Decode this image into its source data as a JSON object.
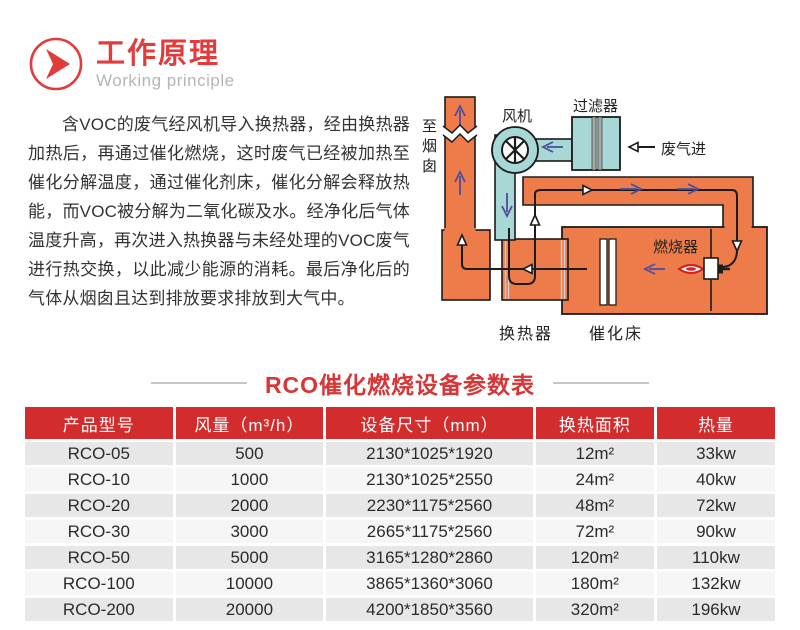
{
  "header": {
    "title": "工作原理",
    "subtitle": "Working principle"
  },
  "intro": {
    "text": "含VOC的废气经风机导入换热器，经由换热器加热后，再通过催化燃烧，这时废气已经被加热至催化分解温度，通过催化剂床，催化分解会释放热能，而VOC被分解为二氧化碳及水。经净化后气体温度升高，再次进入热换器与未经处理的VOC废气进行热交换，以此减少能源的消耗。最后净化后的气体从烟囱且达到排放要求排放到大气中。"
  },
  "diagram": {
    "labels": {
      "chimney": "至烟囱",
      "fan": "风机",
      "filter": "过滤器",
      "gas_in": "废气进",
      "burner": "燃烧器",
      "heat_exchanger": "换热器",
      "catalytic_bed": "催化床"
    },
    "colors": {
      "duct_orange": "#ee7c4b",
      "duct_teal": "#a8d8d5",
      "arrow_purple": "#4d4d9c",
      "flame_red": "#d42222"
    }
  },
  "table_section": {
    "title": "RCO催化燃烧设备参数表",
    "accent_red": "#d32c2c",
    "columns": [
      "产品型号",
      "风量（m³/h）",
      "设备尺寸（mm）",
      "换热面积",
      "热量"
    ],
    "rows": [
      [
        "RCO-05",
        "500",
        "2130*1025*1920",
        "12m²",
        "33kw"
      ],
      [
        "RCO-10",
        "1000",
        "2130*1025*2550",
        "24m²",
        "40kw"
      ],
      [
        "RCO-20",
        "2000",
        "2230*1175*2560",
        "48m²",
        "72kw"
      ],
      [
        "RCO-30",
        "3000",
        "2665*1175*2560",
        "72m²",
        "90kw"
      ],
      [
        "RCO-50",
        "5000",
        "3165*1280*2860",
        "120m²",
        "110kw"
      ],
      [
        "RCO-100",
        "10000",
        "3865*1360*3060",
        "180m²",
        "132kw"
      ],
      [
        "RCO-200",
        "20000",
        "4200*1850*3560",
        "320m²",
        "196kw"
      ]
    ]
  }
}
